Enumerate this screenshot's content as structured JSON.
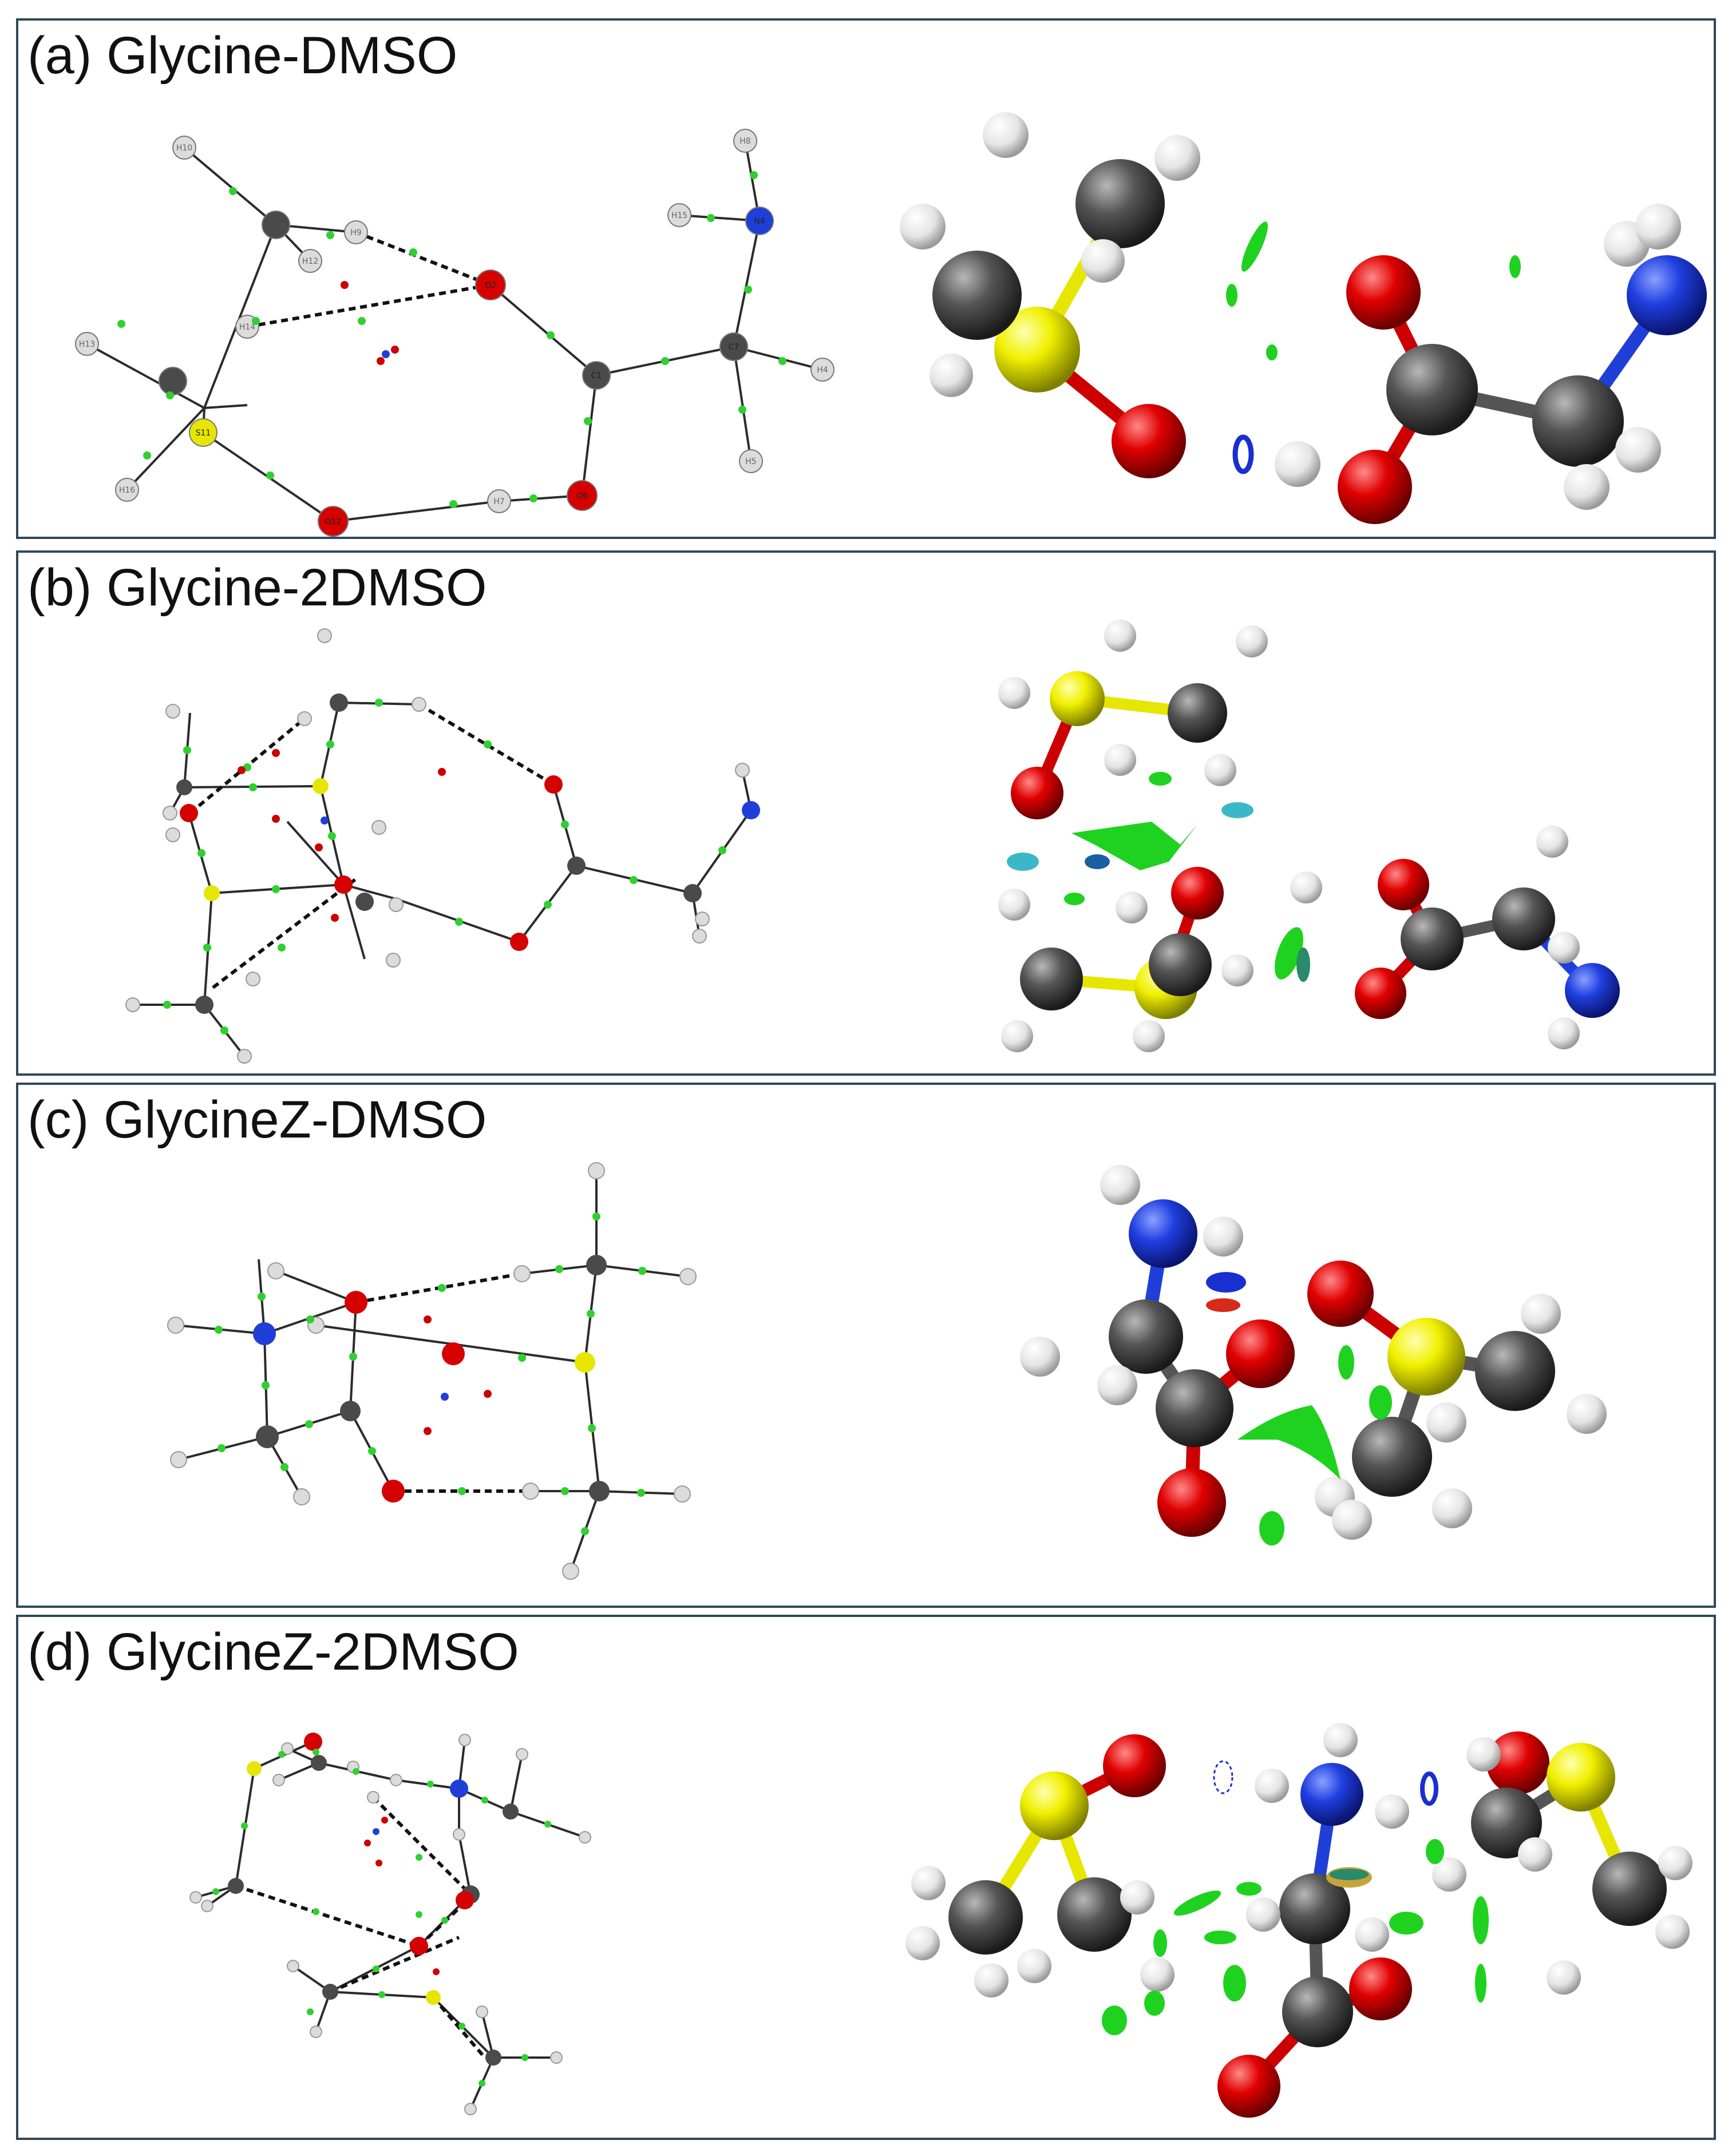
{
  "figure": {
    "panels": [
      {
        "id": "a",
        "title": "(a) Glycine-DMSO",
        "graph_atoms": [
          {
            "el": "H",
            "label": "H10"
          },
          {
            "el": "C",
            "label": ""
          },
          {
            "el": "H",
            "label": "H12"
          },
          {
            "el": "H",
            "label": "H13"
          },
          {
            "el": "C",
            "label": ""
          },
          {
            "el": "S",
            "label": "S11"
          },
          {
            "el": "H",
            "label": "H16"
          },
          {
            "el": "H",
            "label": "H14"
          },
          {
            "el": "H",
            "label": "H9"
          },
          {
            "el": "O",
            "label": "O2"
          },
          {
            "el": "C",
            "label": "C1"
          },
          {
            "el": "C",
            "label": "C7"
          },
          {
            "el": "H",
            "label": "H8"
          },
          {
            "el": "N",
            "label": "N4"
          },
          {
            "el": "H",
            "label": "H15"
          },
          {
            "el": "H",
            "label": "H4"
          },
          {
            "el": "H",
            "label": "H5"
          },
          {
            "el": "O",
            "label": "O6"
          },
          {
            "el": "H",
            "label": "H7"
          },
          {
            "el": "O",
            "label": "O12"
          }
        ]
      },
      {
        "id": "b",
        "title": "(b) Glycine-2DMSO"
      },
      {
        "id": "c",
        "title": "(c) GlycineZ-DMSO"
      },
      {
        "id": "d",
        "title": "(d) GlycineZ-2DMSO"
      }
    ],
    "colors": {
      "border": "#2f4858",
      "carbon": "#4a4a4a",
      "hydrogen": "#dcdcdc",
      "oxygen": "#d50000",
      "nitrogen": "#1f3fd8",
      "sulfur": "#e6e600",
      "bcp": "#2fd02f",
      "rcp": "#cc0000",
      "ccp": "#1f3fd8",
      "surface_green": "#1fd21f",
      "surface_blue": "#1a2fcf",
      "surface_cyan": "#3ab8c8",
      "surface_red": "#d62a1a"
    }
  }
}
